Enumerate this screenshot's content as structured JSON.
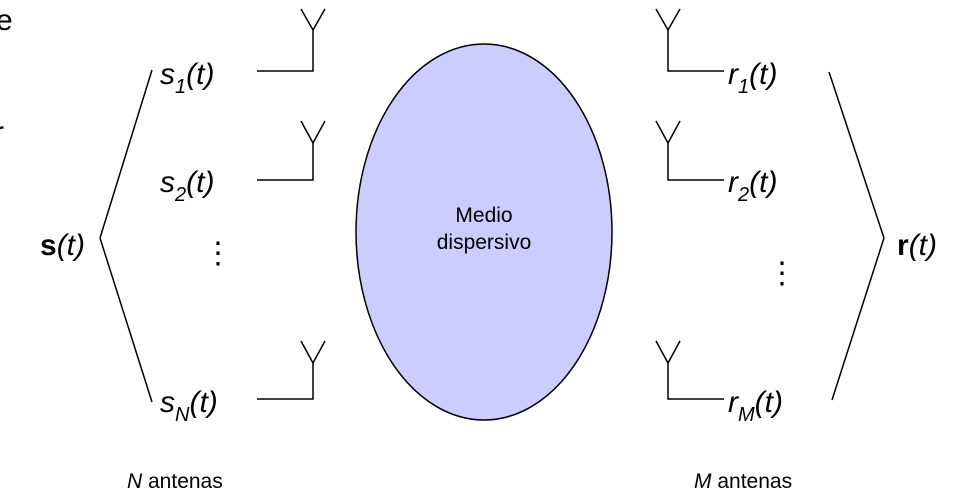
{
  "colors": {
    "ellipse_fill": "#ccccff",
    "stroke": "#000000"
  },
  "medium": {
    "line1": "Medio",
    "line2": "dispersivo"
  },
  "tx": {
    "vector_symbol": "s",
    "vector_arg": "(t)",
    "signals": [
      {
        "base": "s",
        "sub": "1",
        "arg": "(t)"
      },
      {
        "base": "s",
        "sub": "2",
        "arg": "(t)"
      },
      {
        "base": "s",
        "sub": "N",
        "arg": "(t)"
      }
    ],
    "ellipsis": "⋮",
    "caption_var": "N",
    "caption_text": " antenas"
  },
  "rx": {
    "vector_symbol": "r",
    "vector_arg": "(t)",
    "signals": [
      {
        "base": "r",
        "sub": "1",
        "arg": "(t)"
      },
      {
        "base": "r",
        "sub": "2",
        "arg": "(t)"
      },
      {
        "base": "r",
        "sub": "M",
        "arg": "(t)"
      }
    ],
    "ellipsis": "⋮",
    "caption_var": "M",
    "caption_text": " antenas"
  }
}
